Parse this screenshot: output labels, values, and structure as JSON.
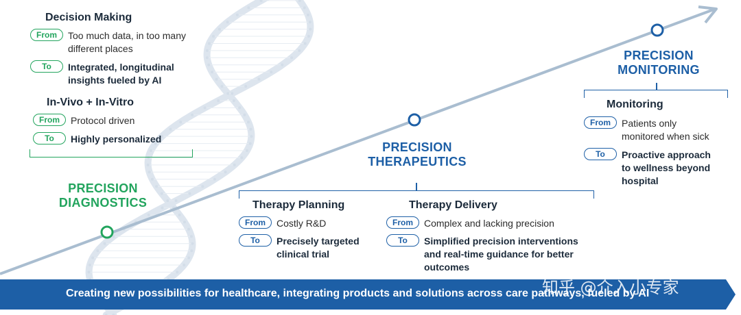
{
  "stages": {
    "diagnostics": {
      "title_line1": "PRECISION",
      "title_line2": "DIAGNOSTICS",
      "color": "#22a45d"
    },
    "therapeutics": {
      "title_line1": "PRECISION",
      "title_line2": "THERAPEUTICS",
      "color": "#1d5fa6"
    },
    "monitoring": {
      "title_line1": "PRECISION",
      "title_line2": "MONITORING",
      "color": "#1d5fa6"
    }
  },
  "pill_labels": {
    "from": "From",
    "to": "To"
  },
  "sections": {
    "decision_making": {
      "title": "Decision Making",
      "from_line1": "Too much data, in too many",
      "from_line2": "different places",
      "to_line1": "Integrated, longitudinal",
      "to_line2": "insights fueled by AI"
    },
    "in_vivo": {
      "title": "In-Vivo + In-Vitro",
      "from": "Protocol driven",
      "to": "Highly personalized"
    },
    "therapy_planning": {
      "title": "Therapy Planning",
      "from": "Costly R&D",
      "to_line1": "Precisely targeted",
      "to_line2": "clinical trial"
    },
    "therapy_delivery": {
      "title": "Therapy Delivery",
      "from": "Complex and lacking precision",
      "to_line1": "Simplified precision interventions",
      "to_line2": "and real-time guidance for better",
      "to_line3": "outcomes"
    },
    "monitoring": {
      "title": "Monitoring",
      "from_line1": "Patients only",
      "from_line2": "monitored when sick",
      "to_line1": "Proactive approach",
      "to_line2": "to wellness beyond",
      "to_line3": "hospital"
    }
  },
  "banner": {
    "text": "Creating new possibilities for healthcare, integrating products and solutions across care pathways, fueled by AI",
    "color": "#1d5fa6"
  },
  "watermark": "知乎 @介入小专家",
  "colors": {
    "green": "#22a45d",
    "blue": "#1d5fa6",
    "arrow": "#a9bdd0"
  }
}
